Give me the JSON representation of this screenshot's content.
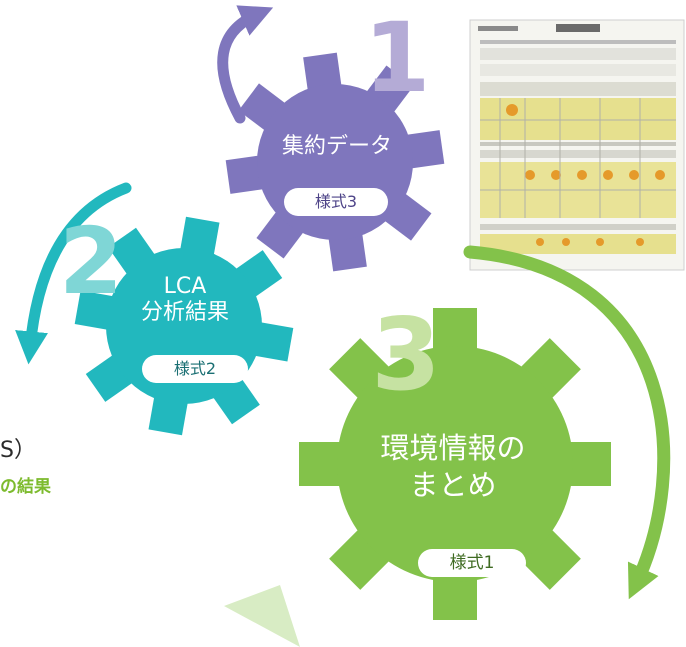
{
  "gears": [
    {
      "number": "1",
      "title": "集約データ",
      "badge": "様式3",
      "color": "#7f76bd"
    },
    {
      "number": "2",
      "title": "LCA\n分析結果",
      "badge": "様式2",
      "color": "#22b8be"
    },
    {
      "number": "3",
      "title": "環境情報の\nまとめ",
      "badge": "様式1",
      "color": "#83c24a"
    }
  ],
  "left_text": {
    "line1": "S）",
    "line2": "の結果"
  },
  "colors": {
    "purple": "#7f76bd",
    "teal": "#22b8be",
    "green": "#83c24a",
    "document_bg": "#f0f0ea"
  }
}
